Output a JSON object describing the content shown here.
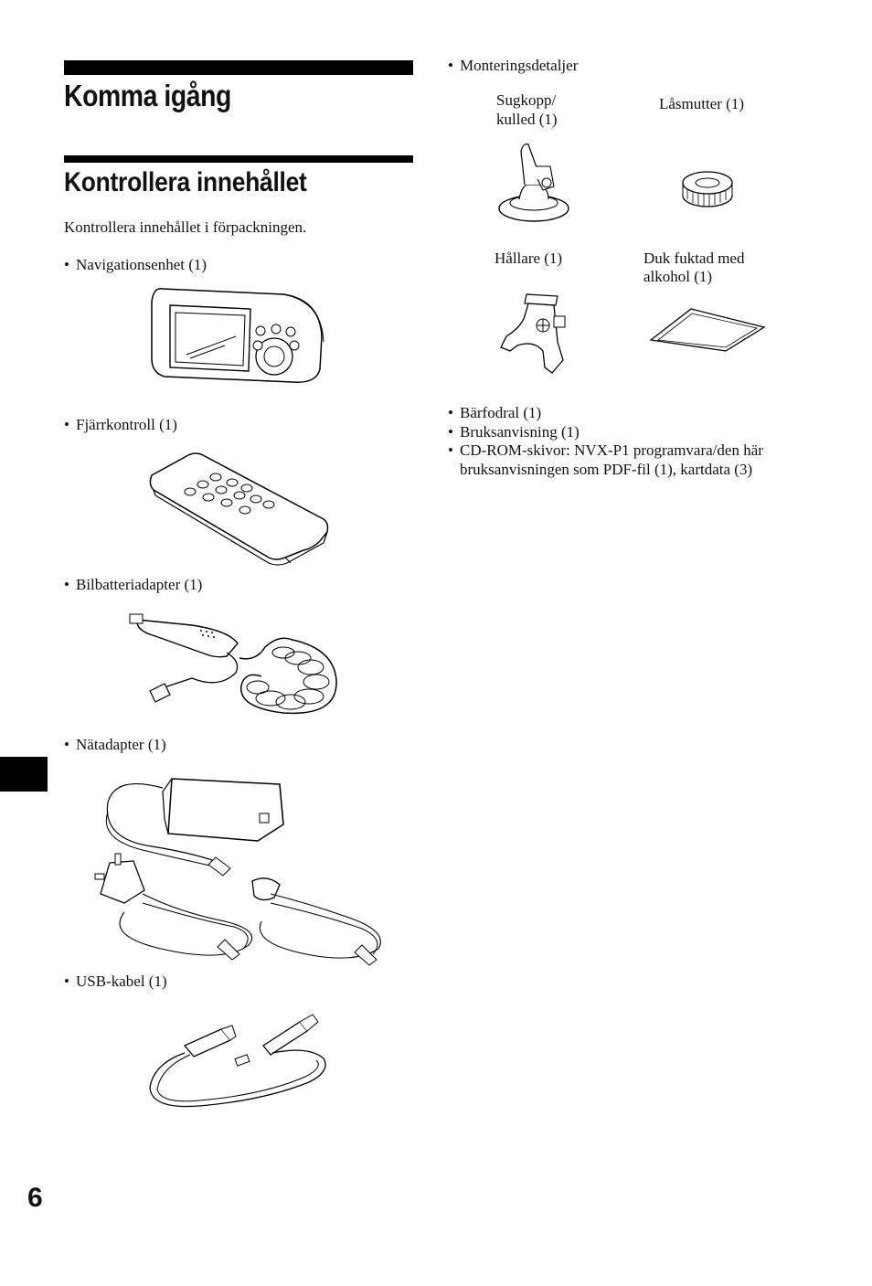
{
  "heading_main": "Komma igång",
  "heading_sub": "Kontrollera innehållet",
  "intro": "Kontrollera innehållet i förpackningen.",
  "left_items": [
    "Navigationsenhet (1)",
    "Fjärrkontroll (1)",
    "Bilbatteriadapter (1)",
    "Nätadapter (1)",
    "USB-kabel (1)"
  ],
  "mounting": {
    "label": "Monteringsdetaljer",
    "suction_cup": [
      "Sugkopp/",
      "kulled (1)"
    ],
    "lock_nut": "Låsmutter (1)",
    "holder": "Hållare (1)",
    "cloth": [
      "Duk fuktad med",
      "alkohol (1)"
    ]
  },
  "right_items": [
    "Bärfodral (1)",
    "Bruksanvisning (1)",
    "CD-ROM-skivor: NVX-P1 programvara/den här bruksanvisningen som PDF-fil (1), kartdata (3)"
  ],
  "page_number": "6"
}
